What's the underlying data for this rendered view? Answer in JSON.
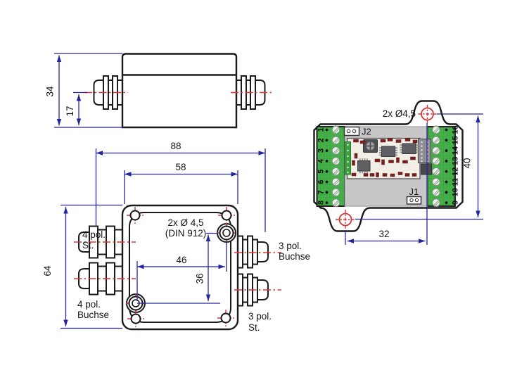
{
  "drawing": {
    "colors": {
      "dimension_blue": "#26269c",
      "centerline_red": "#e03232",
      "terminal_green": "#46b14a",
      "enclosure_gray": "#c7c7c7",
      "pcb_cream": "#f1eee6"
    },
    "side_view": {
      "dim_total": "34",
      "dim_half": "17"
    },
    "top_view": {
      "dim_overall_width": "88",
      "dim_body_width": "58",
      "dim_overall_height": "64",
      "dim_screw_dx": "46",
      "dim_screw_dy": "36",
      "screw_note_1": "2x Ø 4,5",
      "screw_note_2": "(DIN 912)",
      "connector_top_left_1": "4 pol.",
      "connector_top_left_2": "St.",
      "connector_bottom_left_1": "4 pol.",
      "connector_bottom_left_2": "Buchse",
      "connector_top_right_1": "3 pol.",
      "connector_top_right_2": "Buchse",
      "connector_bottom_right_1": "3 pol.",
      "connector_bottom_right_2": "St."
    },
    "pcb_view": {
      "hole_note": "2x Ø4,5",
      "dim_height": "40",
      "dim_hole_offset": "32",
      "jumper_top_label": "J2",
      "jumper_bottom_label": "J1",
      "terminals_left": [
        "1",
        "2",
        "3",
        "4",
        "5",
        "6",
        "7",
        "8"
      ],
      "terminals_right": [
        "16",
        "15",
        "14",
        "13",
        "12",
        "11",
        "10",
        "9"
      ]
    }
  }
}
